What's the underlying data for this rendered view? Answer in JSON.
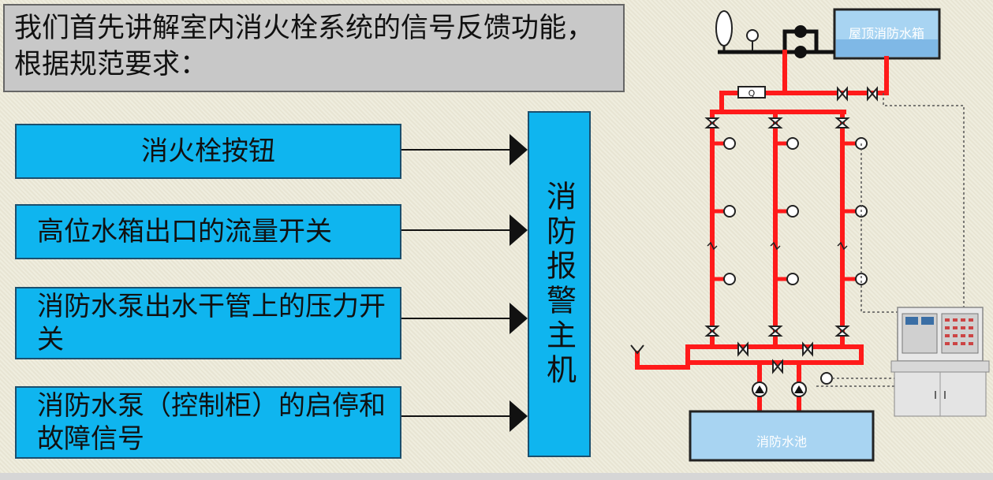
{
  "header": {
    "text": "我们首先讲解室内消火栓系统的信号反馈功能，根据规范要求："
  },
  "signals": [
    {
      "label": "消火栓按钮"
    },
    {
      "label": "高位水箱出口的流量开关"
    },
    {
      "label": "消防水泵出水干管上的压力开关"
    },
    {
      "label": "消防水泵（控制柜）的启停和故障信号"
    }
  ],
  "host": {
    "label": "消防报警主机"
  },
  "system": {
    "roof_tank_label": "屋顶消防水箱",
    "pool_label": "消防水池"
  },
  "colors": {
    "box_fill": "#0fb5ef",
    "pipe": "#ff0000",
    "tank_fill": "#a8d4f2"
  }
}
